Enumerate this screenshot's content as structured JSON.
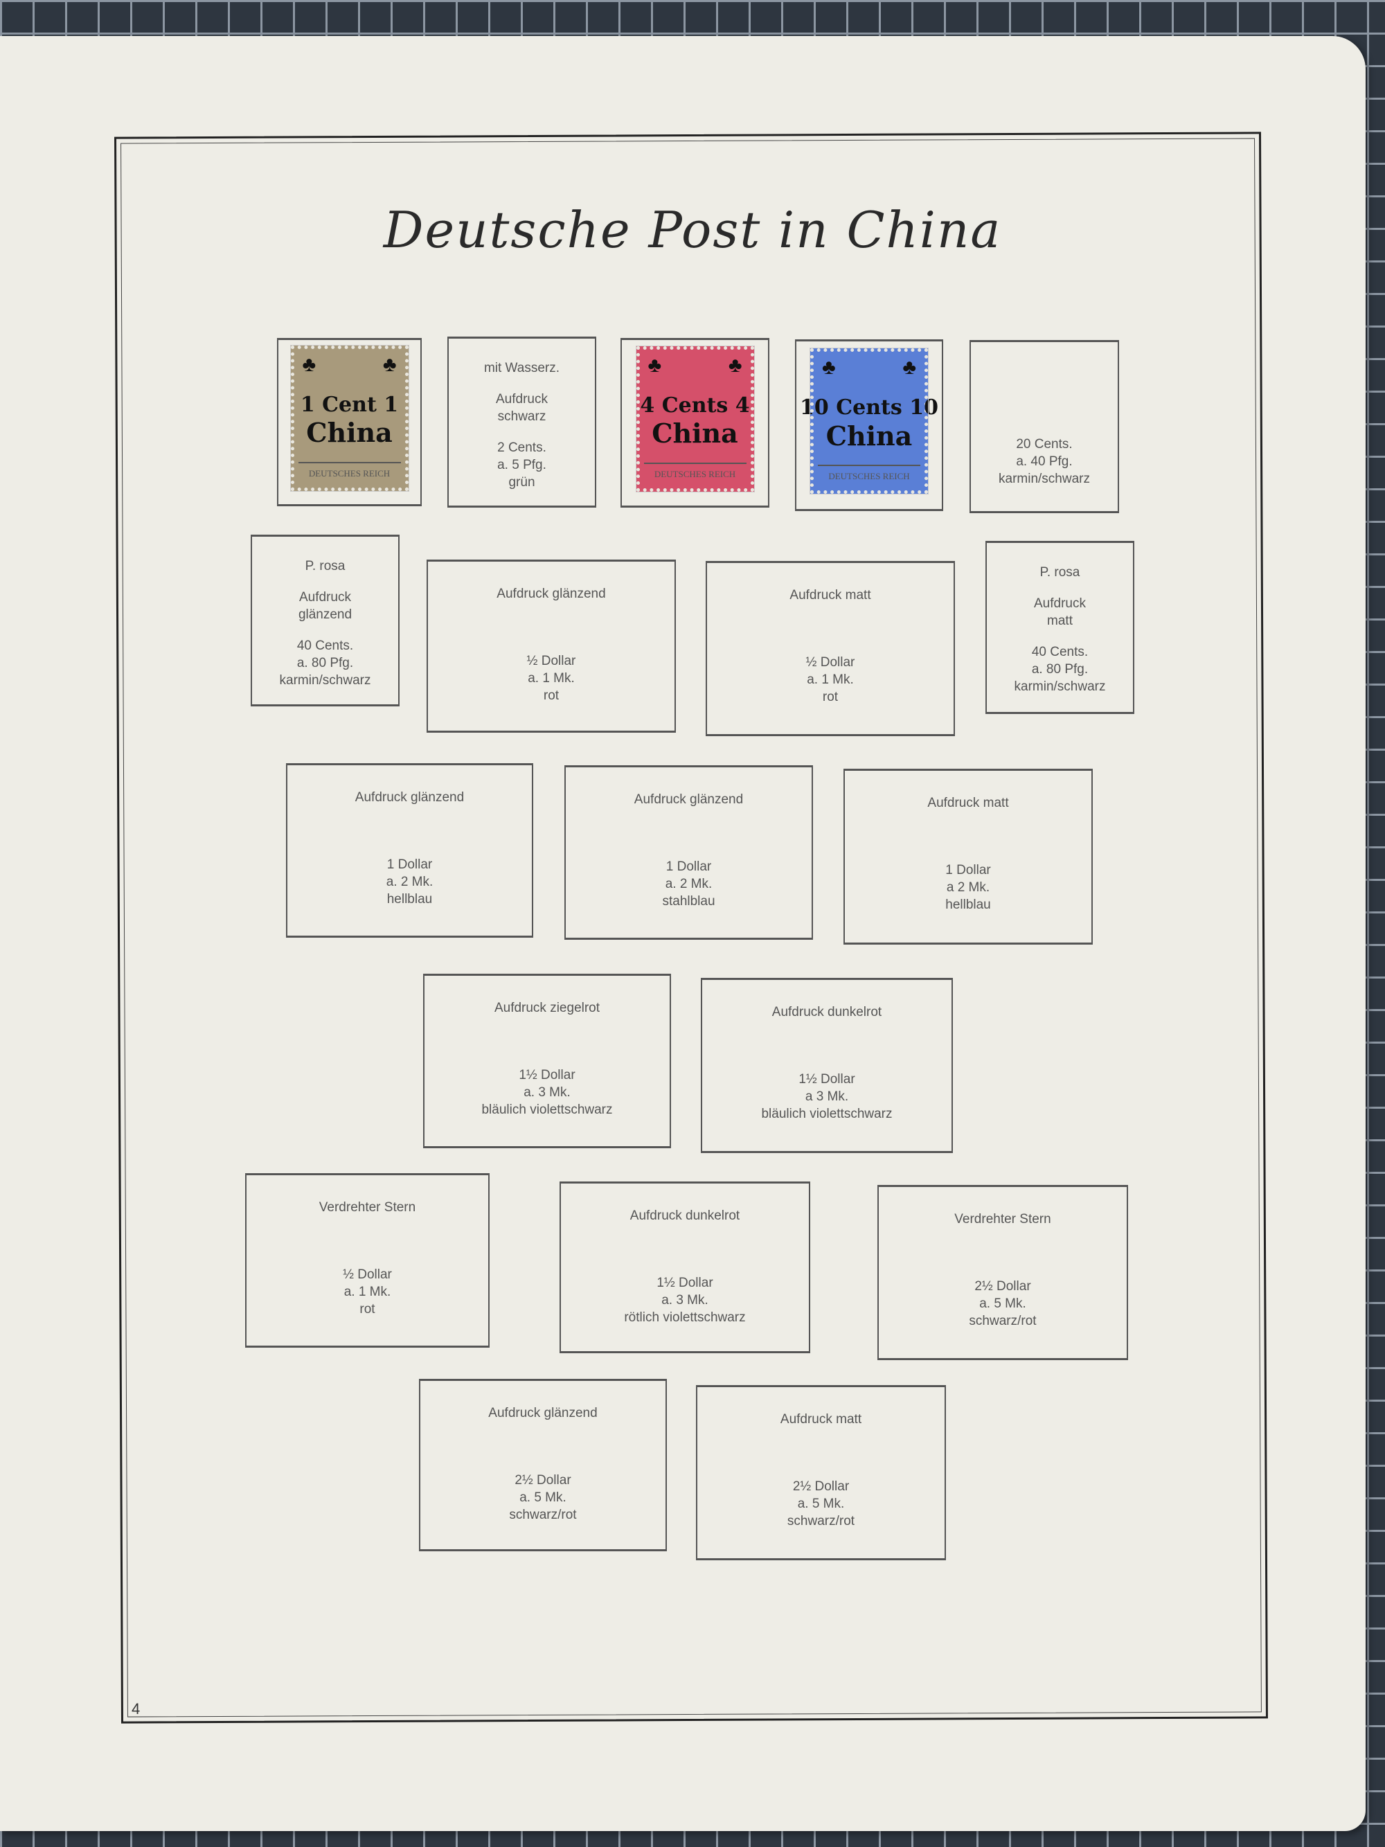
{
  "title": "Deutsche Post in China",
  "page_number": "4",
  "stamps": [
    {
      "overprint_value": "1 Cent 1",
      "overprint_name": "China",
      "inscription": "DEUTSCHES REICH",
      "color": "#a89a7c"
    },
    {
      "overprint_value": "4 Cents 4",
      "overprint_name": "China",
      "inscription": "DEUTSCHES REICH",
      "color": "#d5506a"
    },
    {
      "overprint_value": "10 Cents 10",
      "overprint_name": "China",
      "inscription": "DEUTSCHES REICH",
      "color": "#5a7fd6"
    }
  ],
  "boxes": {
    "r1b2": [
      [
        "mit Wasserz."
      ],
      [
        "Aufdruck",
        "schwarz"
      ],
      [
        "2 Cents.",
        "a. 5 Pfg.",
        "grün"
      ]
    ],
    "r1b5": [
      [
        "20 Cents.",
        "a. 40 Pfg.",
        "karmin/schwarz"
      ]
    ],
    "r2b1": [
      [
        "P. rosa"
      ],
      [
        "Aufdruck",
        "glänzend"
      ],
      [
        "40 Cents.",
        "a. 80 Pfg.",
        "karmin/schwarz"
      ]
    ],
    "r2b2": [
      [
        "Aufdruck glänzend"
      ],
      [
        "½ Dollar",
        "a. 1 Mk.",
        "rot"
      ]
    ],
    "r2b3": [
      [
        "Aufdruck matt"
      ],
      [
        "½ Dollar",
        "a. 1 Mk.",
        "rot"
      ]
    ],
    "r2b4": [
      [
        "P. rosa"
      ],
      [
        "Aufdruck",
        "matt"
      ],
      [
        "40 Cents.",
        "a. 80 Pfg.",
        "karmin/schwarz"
      ]
    ],
    "r3b1": [
      [
        "Aufdruck glänzend"
      ],
      [
        "1 Dollar",
        "a. 2 Mk.",
        "hellblau"
      ]
    ],
    "r3b2": [
      [
        "Aufdruck glänzend"
      ],
      [
        "1 Dollar",
        "a. 2 Mk.",
        "stahlblau"
      ]
    ],
    "r3b3": [
      [
        "Aufdruck matt"
      ],
      [
        "1 Dollar",
        "a 2 Mk.",
        "hellblau"
      ]
    ],
    "r4b1": [
      [
        "Aufdruck ziegelrot"
      ],
      [
        "1½ Dollar",
        "a. 3 Mk.",
        "bläulich violettschwarz"
      ]
    ],
    "r4b2": [
      [
        "Aufdruck dunkelrot"
      ],
      [
        "1½ Dollar",
        "a 3 Mk.",
        "bläulich violettschwarz"
      ]
    ],
    "r5b1": [
      [
        "Verdrehter Stern"
      ],
      [
        "½ Dollar",
        "a. 1 Mk.",
        "rot"
      ]
    ],
    "r5b2": [
      [
        "Aufdruck dunkelrot"
      ],
      [
        "1½ Dollar",
        "a. 3 Mk.",
        "rötlich violettschwarz"
      ]
    ],
    "r5b3": [
      [
        "Verdrehter Stern"
      ],
      [
        "2½ Dollar",
        "a. 5 Mk.",
        "schwarz/rot"
      ]
    ],
    "r6b1": [
      [
        "Aufdruck glänzend"
      ],
      [
        "2½ Dollar",
        "a. 5 Mk.",
        "schwarz/rot"
      ]
    ],
    "r6b2": [
      [
        "Aufdruck matt"
      ],
      [
        "2½ Dollar",
        "a. 5 Mk.",
        "schwarz/rot"
      ]
    ]
  }
}
